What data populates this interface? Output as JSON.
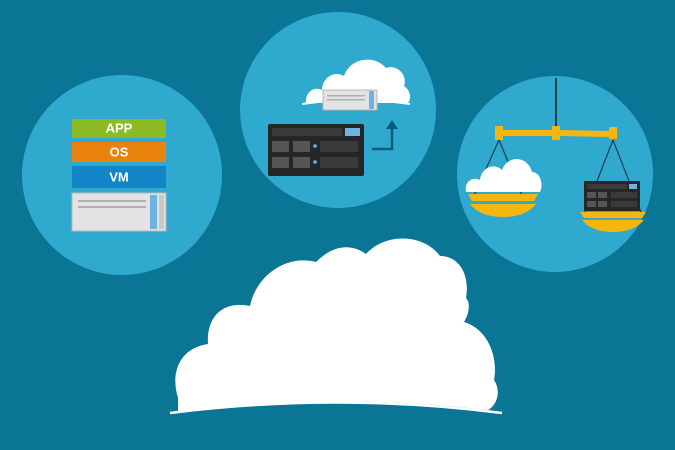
{
  "stack": {
    "app_label": "APP",
    "os_label": "OS",
    "vm_label": "VM"
  },
  "colors": {
    "background": "#0b7596",
    "circle": "#2fa9cd",
    "app": "#8dbb25",
    "os": "#e9830e",
    "vm": "#1385c7",
    "scale": "#f5b70d",
    "server_dark": "#262626",
    "server_face": "#d9d9d9",
    "server_accent": "#6cb2e3",
    "cloud": "#ffffff"
  },
  "icons": {
    "left": "virtualization-stack-icon",
    "middle": "server-to-cloud-migration-icon",
    "right": "cloud-vs-server-balance-scale-icon",
    "bottom": "cloud-icon"
  }
}
